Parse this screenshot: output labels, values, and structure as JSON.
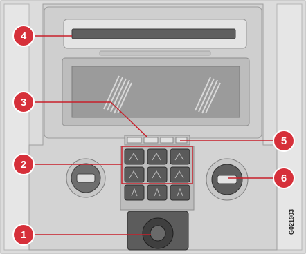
{
  "callouts": [
    {
      "id": "1",
      "label": "1"
    },
    {
      "id": "2",
      "label": "2"
    },
    {
      "id": "3",
      "label": "3"
    },
    {
      "id": "4",
      "label": "4"
    },
    {
      "id": "5",
      "label": "5"
    },
    {
      "id": "6",
      "label": "6"
    }
  ],
  "colors": {
    "callout_fill": "#d6303a",
    "callout_line": "#c8202b",
    "panel_light": "#e8e8e8",
    "panel_mid": "#cfcfcf",
    "panel_dark": "#a9a9a9",
    "slot_dark": "#5f5f5f"
  },
  "figure_code": "G021903"
}
